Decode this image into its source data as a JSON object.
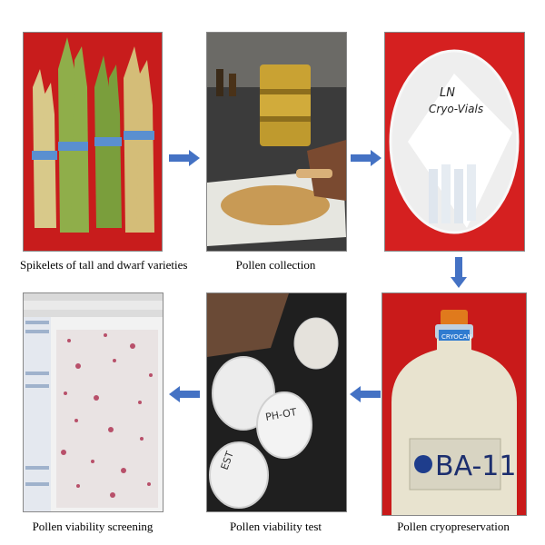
{
  "steps": [
    {
      "caption": "Spikelets of tall and dwarf varieties"
    },
    {
      "caption": "Pollen collection"
    },
    {
      "caption": "Pollen cryopreservation"
    },
    {
      "caption": "Pollen viability test"
    },
    {
      "caption": "Pollen viability screening"
    }
  ],
  "photo_text": {
    "vials_label_line1": "LN",
    "vials_label_line2": "Cryo-Vials",
    "canister_brand": "CRYOCAN",
    "canister_model": "BA-11",
    "dish_label_1": "PH-OT",
    "dish_label_2": "EST"
  },
  "colors": {
    "arrow": "#4472c4",
    "background_red": "#c81c1c"
  }
}
